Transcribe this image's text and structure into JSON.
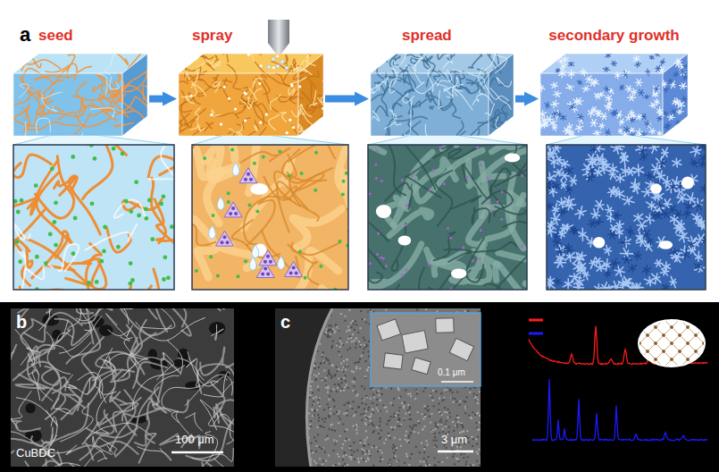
{
  "diagram": {
    "nodes": [
      {
        "text": [
          "seed"
        ]
      },
      {
        "text": [
          "spray"
        ]
      },
      {
        "text": [
          "spread"
        ]
      },
      {
        "text": [
          "secondary growth"
        ]
      }
    ],
    "edges": [
      {
        "from": 0,
        "to": 1,
        "arrow": "to"
      },
      {
        "from": 1,
        "to": 2,
        "arrow": "to"
      },
      {
        "from": 2,
        "to": 3,
        "arrow": "to"
      }
    ],
    "labels": [
      "a",
      "b",
      "CuBDC",
      "100 μm",
      "c",
      "0.1 μm",
      "3 μm"
    ]
  }
}
